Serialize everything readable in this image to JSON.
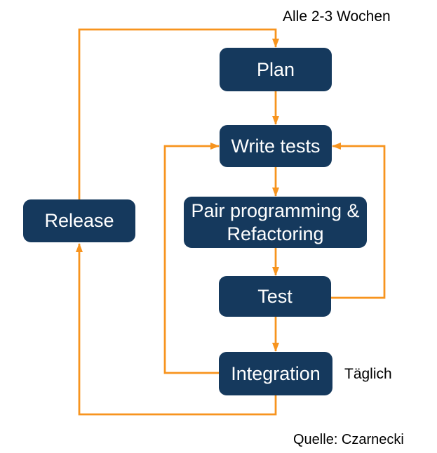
{
  "diagram": {
    "type": "flowchart",
    "nodes": [
      {
        "id": "plan",
        "label": "Plan"
      },
      {
        "id": "write-tests",
        "label": "Write tests"
      },
      {
        "id": "pair-programming",
        "label": "Pair programming & Refactoring"
      },
      {
        "id": "test",
        "label": "Test"
      },
      {
        "id": "integration",
        "label": "Integration"
      },
      {
        "id": "release",
        "label": "Release"
      }
    ],
    "edges": [
      {
        "from": "plan",
        "to": "write-tests"
      },
      {
        "from": "write-tests",
        "to": "pair-programming"
      },
      {
        "from": "pair-programming",
        "to": "test"
      },
      {
        "from": "test",
        "to": "write-tests"
      },
      {
        "from": "test",
        "to": "integration"
      },
      {
        "from": "integration",
        "to": "write-tests"
      },
      {
        "from": "integration",
        "to": "release"
      },
      {
        "from": "release",
        "to": "plan"
      }
    ],
    "notes": {
      "interval": "Alle 2-3 Wochen",
      "daily": "Täglich",
      "source": "Quelle: Czarnecki"
    },
    "colors": {
      "node_fill": "#15395D",
      "node_text": "#FFFFFF",
      "arrow": "#F7941E",
      "label_text": "#000000",
      "background": "#FFFFFF"
    }
  }
}
